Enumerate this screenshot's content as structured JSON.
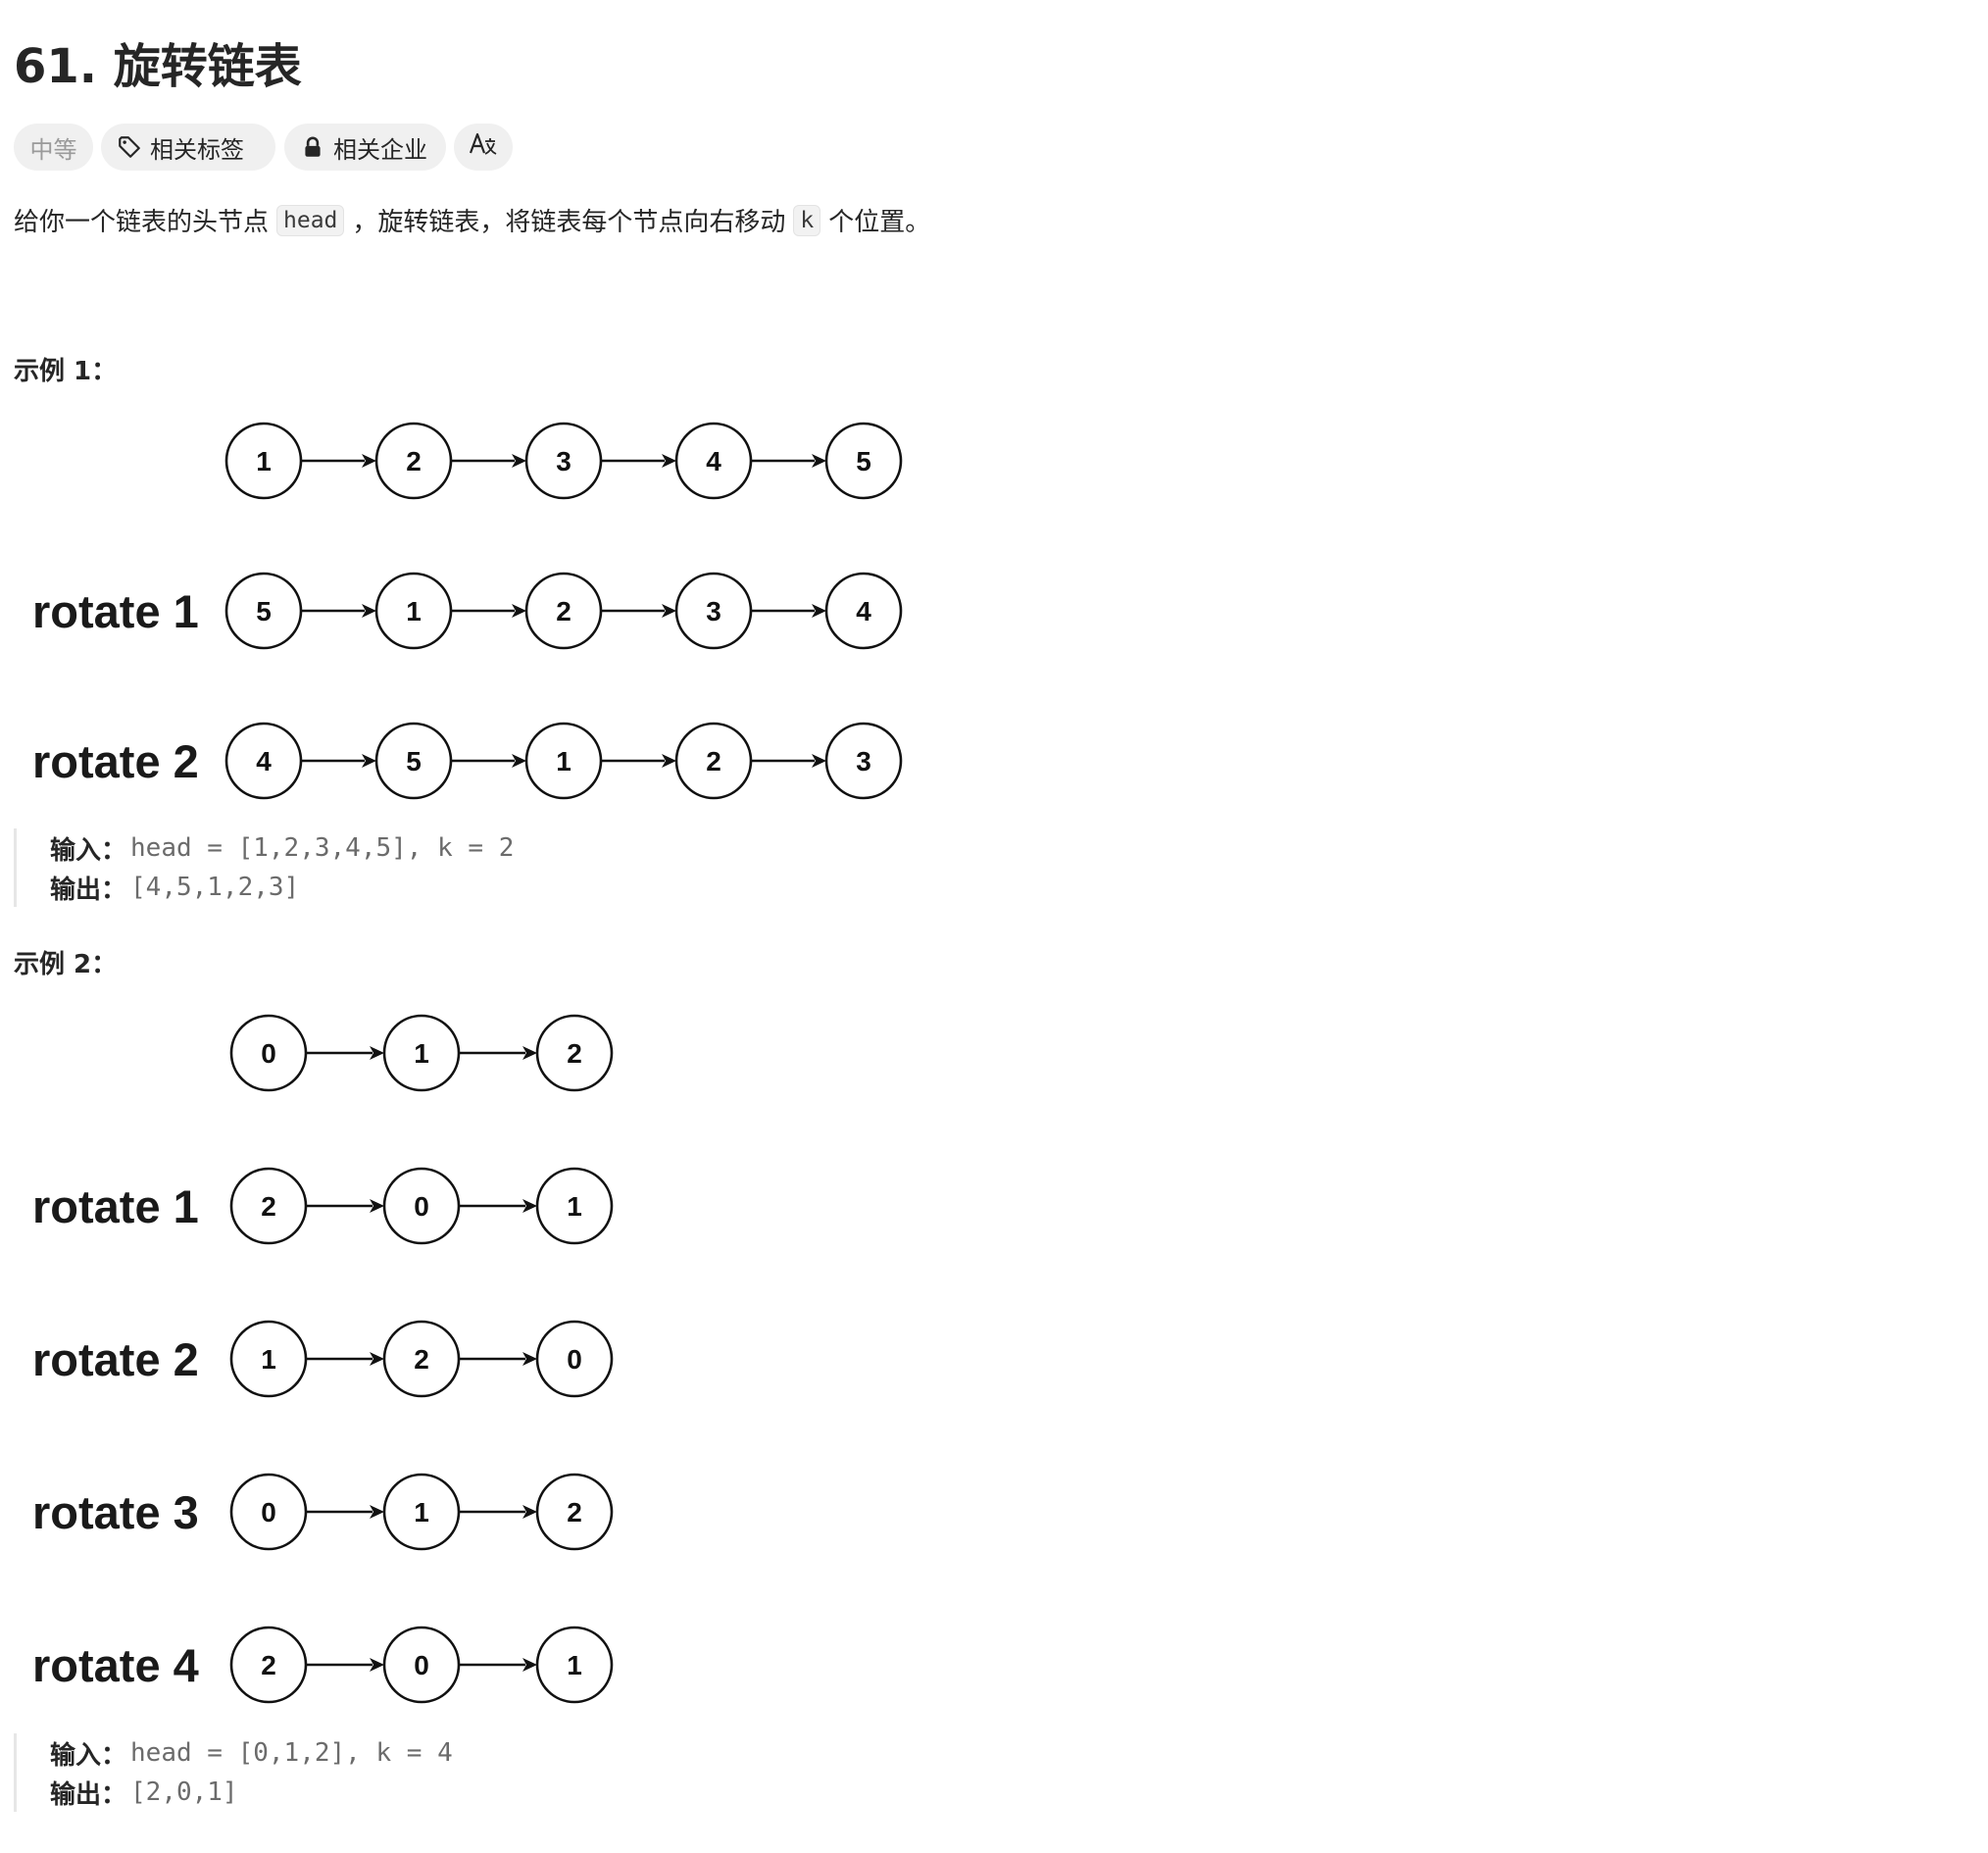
{
  "problem": {
    "title": "61. 旋转链表",
    "difficulty": "中等",
    "related_tags": "相关标签",
    "related_companies": "相关企业",
    "translate_icon": "translate-icon",
    "tag_icon": "tag-icon",
    "lock_icon": "lock-icon"
  },
  "description": {
    "part1": "给你一个链表的头节点",
    "code_head": "head",
    "part2": "，旋转链表，将链表每个节点向右移动",
    "code_k": "k",
    "part3": "个位置。"
  },
  "examples": [
    {
      "heading": "示例 1：",
      "rows": [
        {
          "label": "",
          "nodes": [
            "1",
            "2",
            "3",
            "4",
            "5"
          ]
        },
        {
          "label": "rotate 1",
          "nodes": [
            "5",
            "1",
            "2",
            "3",
            "4"
          ]
        },
        {
          "label": "rotate 2",
          "nodes": [
            "4",
            "5",
            "1",
            "2",
            "3"
          ]
        }
      ],
      "input_label": "输入：",
      "input_value": "head = [1,2,3,4,5], k = 2",
      "output_label": "输出：",
      "output_value": "[4,5,1,2,3]"
    },
    {
      "heading": "示例 2：",
      "rows": [
        {
          "label": "",
          "nodes": [
            "0",
            "1",
            "2"
          ]
        },
        {
          "label": "rotate 1",
          "nodes": [
            "2",
            "0",
            "1"
          ]
        },
        {
          "label": "rotate 2",
          "nodes": [
            "1",
            "2",
            "0"
          ]
        },
        {
          "label": "rotate 3",
          "nodes": [
            "0",
            "1",
            "2"
          ]
        },
        {
          "label": "rotate 4",
          "nodes": [
            "2",
            "0",
            "1"
          ]
        }
      ],
      "input_label": "输入：",
      "input_value": "head = [0,1,2], k = 4",
      "output_label": "输出：",
      "output_value": "[2,0,1]"
    }
  ]
}
